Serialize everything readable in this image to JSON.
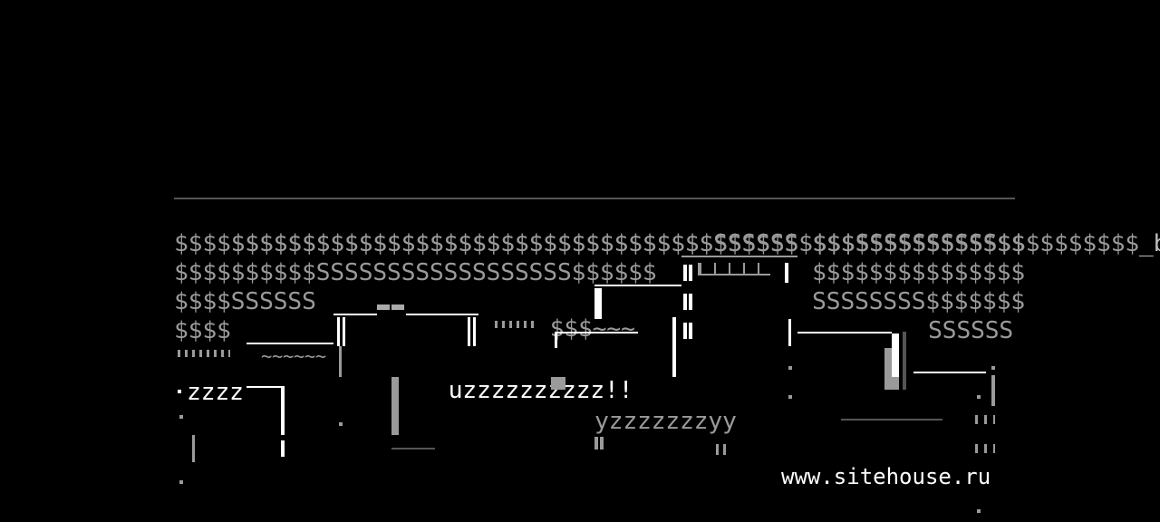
{
  "game": {
    "name_tag": "_bug",
    "website": "www.sitehouse.ru"
  },
  "map": {
    "rows": [
      "$$$$$$$$$$$$$$$$$$$$$$$$$$$$$$$$$$$$$$$$$$$$SSSSSSSSSS$$$$$$$$$$",
      "$$$$$$$$$$$$$$$$$$$$$$$$$$$$$$$$$$$$$$SSSSSS",
      "$$$$$$$$$$SSSSSSSSSSSSSSSSSS$$$$$$",
      "$$$$SSSSSS",
      "$$$$"
    ],
    "right_rows": [
      "$$$$$$$$$$$$$$$",
      "$$$$$$$$$$$$$$$",
      "SSSSSSSS$$$$$$$",
      "SSSSSS"
    ],
    "fragments": {
      "middle_cash": "$$$",
      "tilde_run": "~~~",
      "tilde_long": "~~~~~~",
      "zigzag_top": "uzzzzzzzzzz",
      "zigzag_left": "zzzz",
      "zigzag_bottom": "yzzzzzzzyy",
      "exclaim": "!!"
    }
  },
  "colors": {
    "background": "#000000",
    "terrain": "#9a9a9a",
    "bright": "#ffffff",
    "dim": "#555555"
  }
}
